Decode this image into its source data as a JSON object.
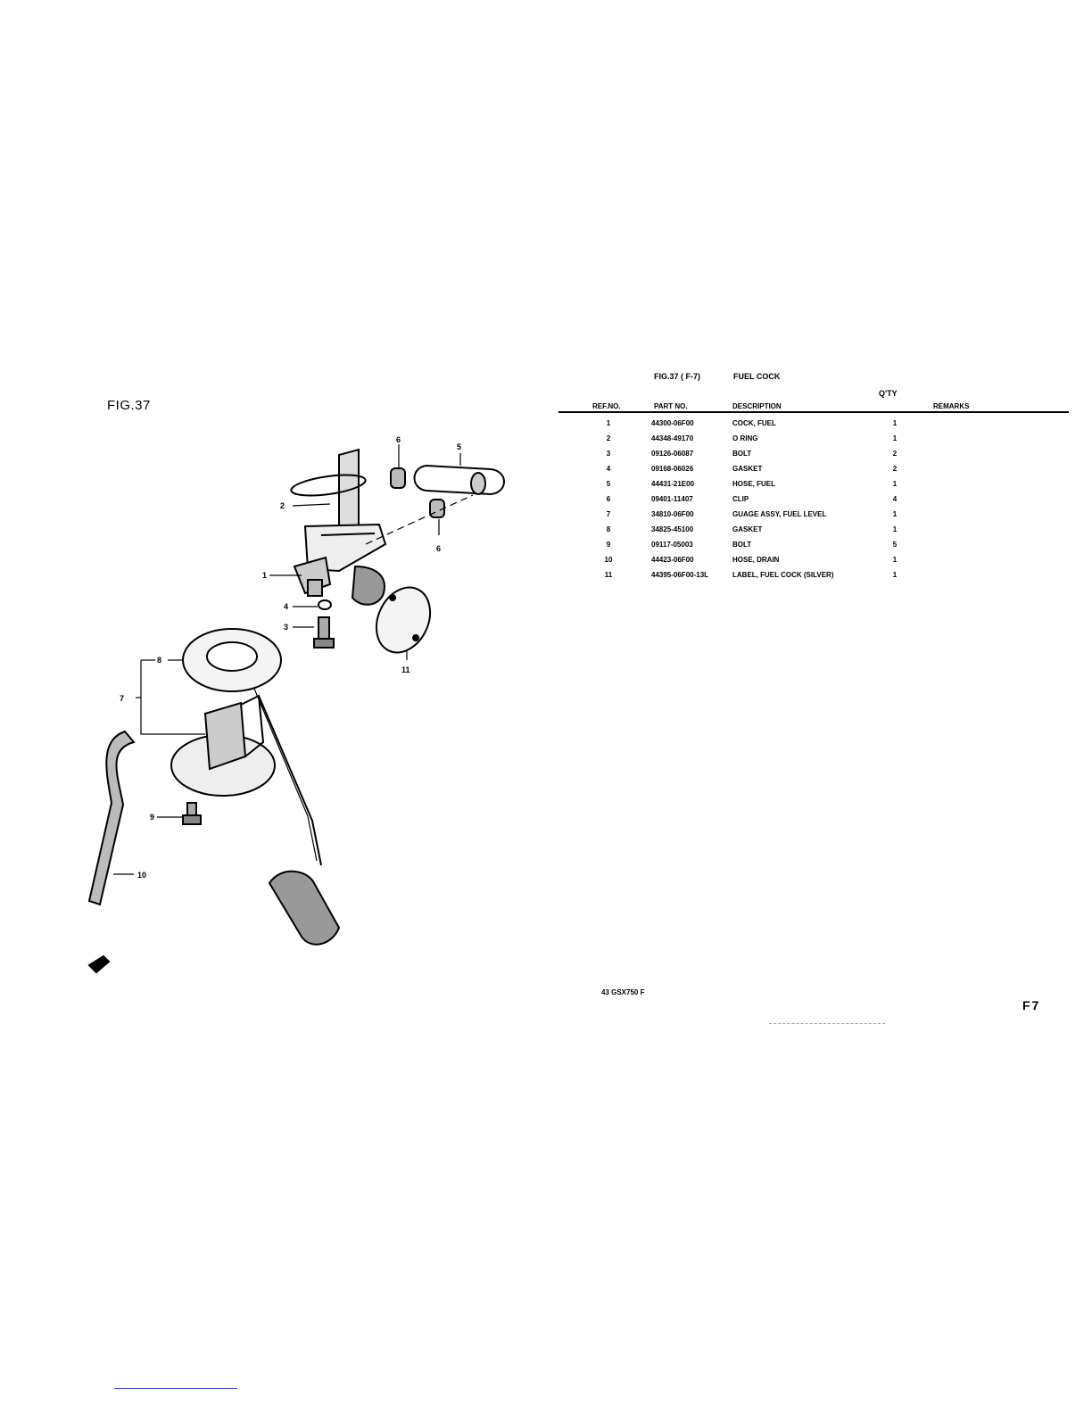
{
  "figure": {
    "label": "FIG.37"
  },
  "table": {
    "title_fig": "FIG.37 ( F-7)",
    "title_name": "FUEL COCK",
    "qty_header": "Q'TY",
    "headers": {
      "ref": "REF.NO.",
      "part": "PART NO.",
      "desc": "DESCRIPTION",
      "remarks": "REMARKS"
    },
    "rows": [
      {
        "ref": "1",
        "part": "44300-06F00",
        "desc": "COCK, FUEL",
        "qty": "1"
      },
      {
        "ref": "2",
        "part": "44348-49170",
        "desc": "O RING",
        "qty": "1"
      },
      {
        "ref": "3",
        "part": "09126-06087",
        "desc": "BOLT",
        "qty": "2"
      },
      {
        "ref": "4",
        "part": "09168-06026",
        "desc": "GASKET",
        "qty": "2"
      },
      {
        "ref": "5",
        "part": "44431-21E00",
        "desc": "HOSE, FUEL",
        "qty": "1"
      },
      {
        "ref": "6",
        "part": "09401-11407",
        "desc": "CLIP",
        "qty": "4"
      },
      {
        "ref": "7",
        "part": "34810-06F00",
        "desc": "GUAGE ASSY, FUEL LEVEL",
        "qty": "1"
      },
      {
        "ref": "8",
        "part": "34825-45100",
        "desc": "GASKET",
        "qty": "1"
      },
      {
        "ref": "9",
        "part": "09117-05003",
        "desc": "BOLT",
        "qty": "5"
      },
      {
        "ref": "10",
        "part": "44423-06F00",
        "desc": "HOSE, DRAIN",
        "qty": "1"
      },
      {
        "ref": "11",
        "part": "44395-06F00-13L",
        "desc": "LABEL, FUEL COCK (SILVER)",
        "qty": "1"
      }
    ]
  },
  "callouts": {
    "c1": "1",
    "c2": "2",
    "c3": "3",
    "c4": "4",
    "c5": "5",
    "c6a": "6",
    "c6b": "6",
    "c7": "7",
    "c8": "8",
    "c9": "9",
    "c10": "10",
    "c11": "11"
  },
  "footer": {
    "text": "43 GSX750 F",
    "page_code": "F7"
  }
}
